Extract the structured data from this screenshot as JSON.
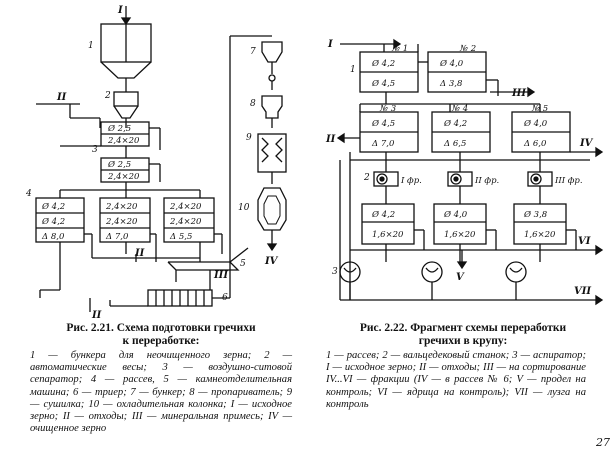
{
  "fig21": {
    "title_line1": "Рис. 2.21. Схема подготовки гречихи",
    "title_line2": "к переработке:",
    "legend": "1 — бункера для неочищенного зерна; 2 — автоматические весы; 3 — воздушно-ситовой сепаратор; 4 — рассев, 5 — камнеотделительная машина; 6 — триер; 7 — бункер; 8 — пропариватель; 9 — сушилка; 10 — охладительная колонка; I — исходное зерно; II — отходы; III — минеральная примесь; IV — очищенное зерно",
    "roman": [
      "I",
      "II",
      "II",
      "II",
      "III",
      "IV"
    ],
    "numbers": [
      "1",
      "2",
      "3",
      "4",
      "5",
      "6",
      "7",
      "8",
      "9",
      "10"
    ],
    "sieve_2": [
      "Ø 2,5",
      "2,4×20"
    ],
    "sieve_3": [
      "Ø 2,5",
      "2,4×20"
    ],
    "sieve_4_left": [
      "Ø 4,2",
      "Ø 4,2",
      "Δ 8,0"
    ],
    "sieve_4_mid": [
      "2,4×20",
      "2,4×20",
      "Δ 7,0"
    ],
    "sieve_4_right": [
      "2,4×20",
      "2,4×20",
      "Δ 5,5"
    ]
  },
  "fig22": {
    "title_line1": "Рис. 2.22. Фрагмент схемы переработки",
    "title_line2": "гречихи в крупу:",
    "legend": "1 — рассев; 2 — вальцедековый станок; 3 — аспиратор; I — исходное зерно; II — отходы; III — на сортирование IV...VI — фракции (IV — в рассев № 6; V — продел на контроль; VI — ядрица на контроль); VII — лузга на контроль",
    "box_labels": [
      "№ 1",
      "№ 2",
      "№ 3",
      "№ 4",
      "№ 5"
    ],
    "box1": [
      "Ø 4,2",
      "Ø 4,5"
    ],
    "box2": [
      "Ø 4,0",
      "Δ 3,8"
    ],
    "box3": [
      "Ø 4,5",
      "Δ 7,0"
    ],
    "box4": [
      "Ø 4,2",
      "Δ 6,5"
    ],
    "box5": [
      "Ø 4,0",
      "Δ 6,0"
    ],
    "mill_labels": [
      "I фр.",
      "II фр.",
      "III фр."
    ],
    "lower1": [
      "Ø 4,2",
      "1,6×20"
    ],
    "lower2": [
      "Ø 4,0",
      "1,6×20"
    ],
    "lower3": [
      "Ø 3,8",
      "1,6×20"
    ],
    "roman": [
      "I",
      "II",
      "III",
      "IV",
      "V",
      "VI",
      "VII"
    ],
    "numbers": [
      "1",
      "2",
      "3"
    ]
  },
  "page_number": "27"
}
